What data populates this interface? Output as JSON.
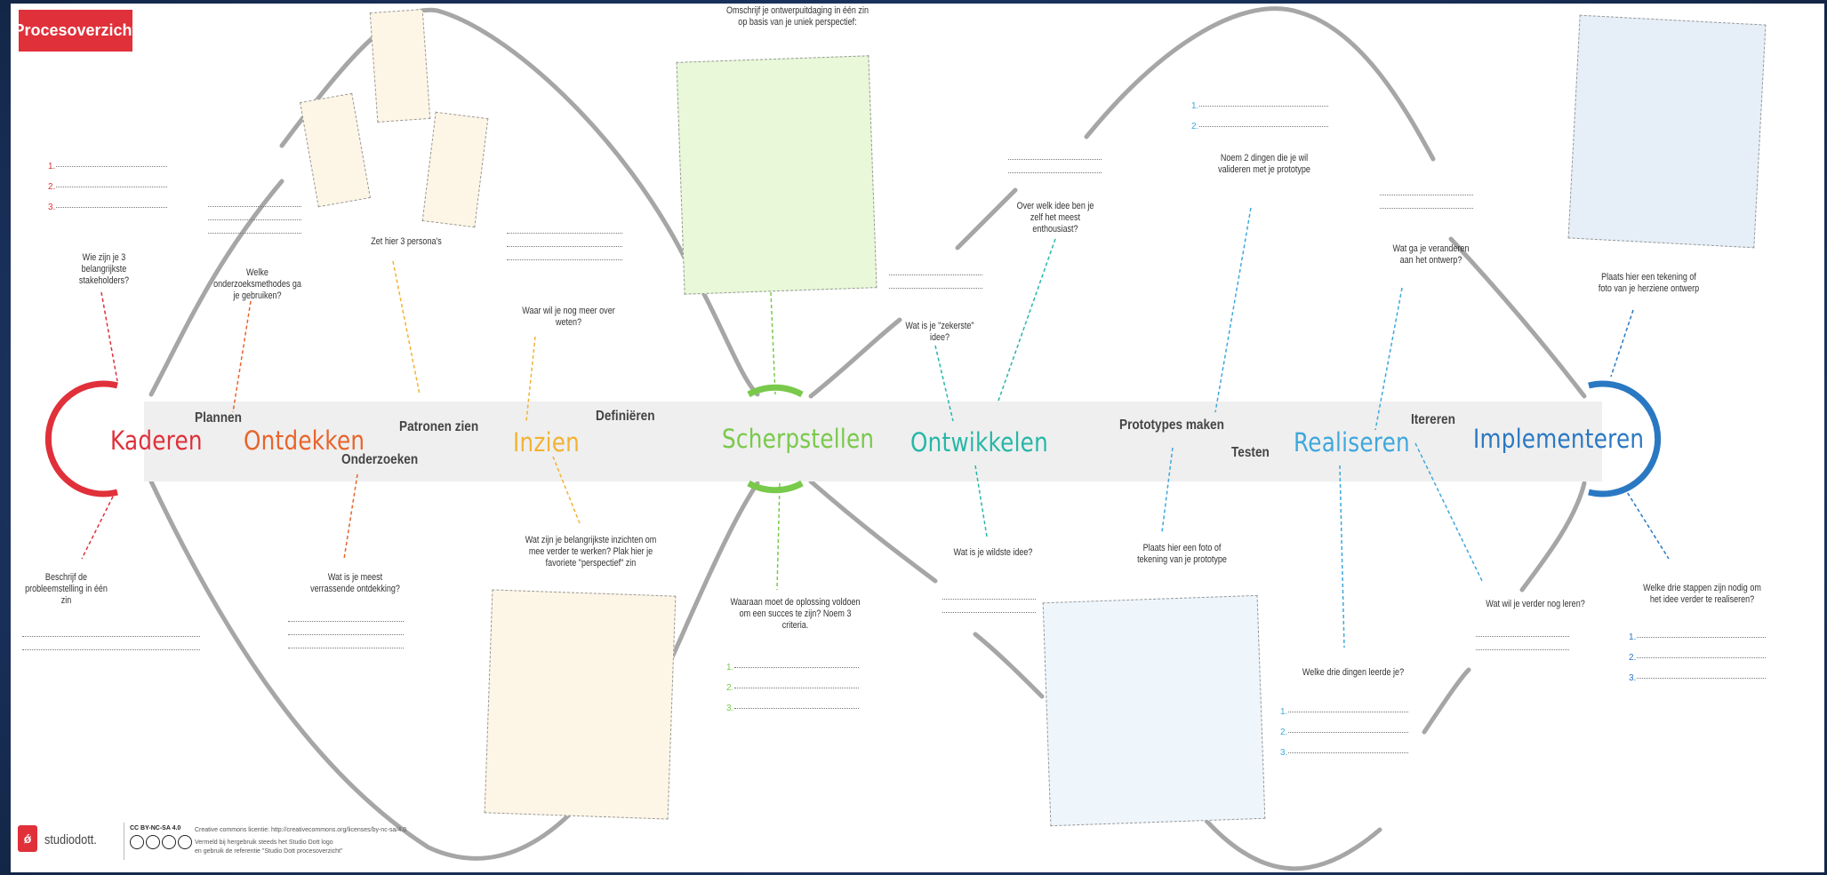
{
  "title": "Procesoverzicht",
  "phases": {
    "kaderen": {
      "label": "Kaderen",
      "color": "#e0303a"
    },
    "ontdekken": {
      "label": "Ontdekken",
      "color": "#e8642b"
    },
    "inzien": {
      "label": "Inzien",
      "color": "#f2b233"
    },
    "scherpstellen": {
      "label": "Scherpstellen",
      "color": "#79c94a"
    },
    "ontwikkelen": {
      "label": "Ontwikkelen",
      "color": "#25b7a8"
    },
    "realiseren": {
      "label": "Realiseren",
      "color": "#3ea8dc"
    },
    "implementeren": {
      "label": "Implementeren",
      "color": "#2a78c2"
    }
  },
  "activities": {
    "plannen": "Plannen",
    "onderzoeken": "Onderzoeken",
    "patronen_zien": "Patronen zien",
    "definieren": "Definiëren",
    "prototypes_maken": "Prototypes maken",
    "testen": "Testen",
    "itereren": "Itereren"
  },
  "questions": {
    "stakeholders": "Wie zijn je 3 belangrijkste stakeholders?",
    "onderzoeksmethodes": "Welke onderzoeksmethodes ga je gebruiken?",
    "personas": "Zet hier 3 persona's",
    "meer_weten": "Waar wil je nog meer over weten?",
    "ontwerpuitdaging": "Omschrijf je ontwerpuitdaging in één zin op basis van je uniek perspectief:",
    "zekerste_idee": "Wat is je \"zekerste\" idee?",
    "enthousiast": "Over welk idee ben je zelf het meest enthousiast?",
    "valideren": "Noem 2 dingen die je wil valideren met je prototype",
    "veranderen": "Wat ga je veranderen aan het ontwerp?",
    "tekening_herzien": "Plaats hier een tekening of foto van je herziene ontwerp",
    "probleemstelling": "Beschrijf de probleemstelling in één zin",
    "verrassend": "Wat is je meest verrassende ontdekking?",
    "inzichten": "Wat zijn je belangrijkste inzichten om mee verder te werken? Plak hier je favoriete \"perspectief\" zin",
    "criteria": "Waaraan moet de oplossing voldoen om een succes te zijn? Noem 3 criteria.",
    "wildste_idee": "Wat is je wildste idee?",
    "foto_prototype": "Plaats hier een foto of tekening van je prototype",
    "drie_dingen": "Welke drie dingen leerde je?",
    "verder_leren": "Wat wil je verder nog leren?",
    "drie_stappen": "Welke drie stappen zijn nodig om het idee verder te realiseren?"
  },
  "numbers": [
    "1.",
    "2.",
    "3."
  ],
  "footer": {
    "logo_text": "studiodott.",
    "license": "CC BY-NC-SA 4.0",
    "license_line1": "Creative commons licentie: http://creativecommons.org/licenses/by-nc-sa/4.0",
    "license_line2": "Vermeld bij hergebruik steeds het Studio Dott logo",
    "license_line3": "en gebruik de referentie \"Studio Dott procesoverzicht\""
  }
}
